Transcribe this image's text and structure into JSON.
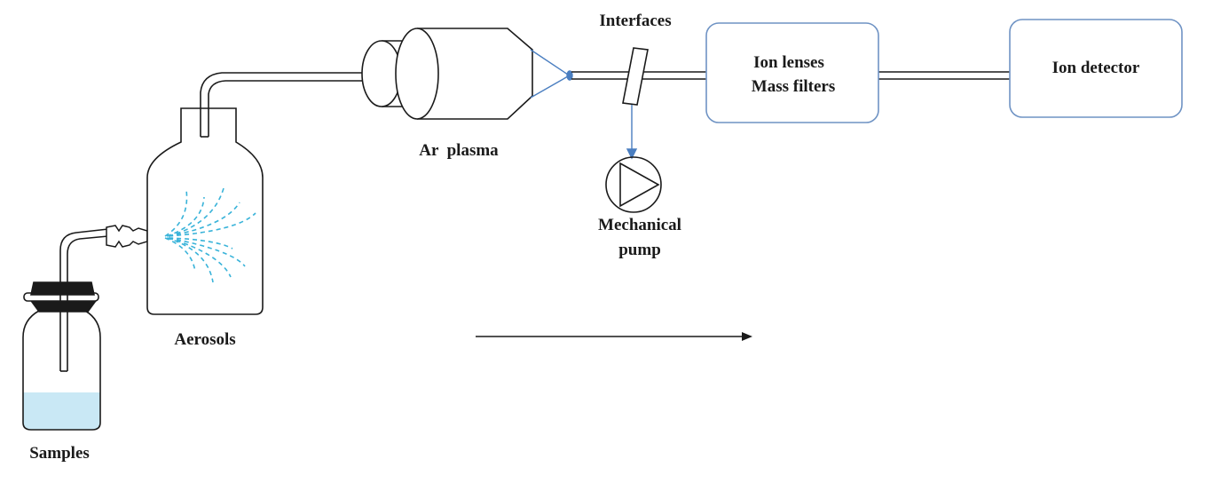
{
  "labels": {
    "samples": "Samples",
    "aerosols": "Aerosols",
    "ar_plasma": "Ar  plasma",
    "interfaces": "Interfaces",
    "mechanical_pump_line1": "Mechanical",
    "mechanical_pump_line2": "pump",
    "ion_lenses_line1": "Ion lenses",
    "ion_lenses_line2": "Mass filters",
    "ion_detector": "Ion detector"
  },
  "colors": {
    "line": "#1a1a1a",
    "accent_blue": "#4a7ec0",
    "box_border": "#6f93c4",
    "liquid": "#c9e8f5",
    "spray": "#39b3d9"
  }
}
